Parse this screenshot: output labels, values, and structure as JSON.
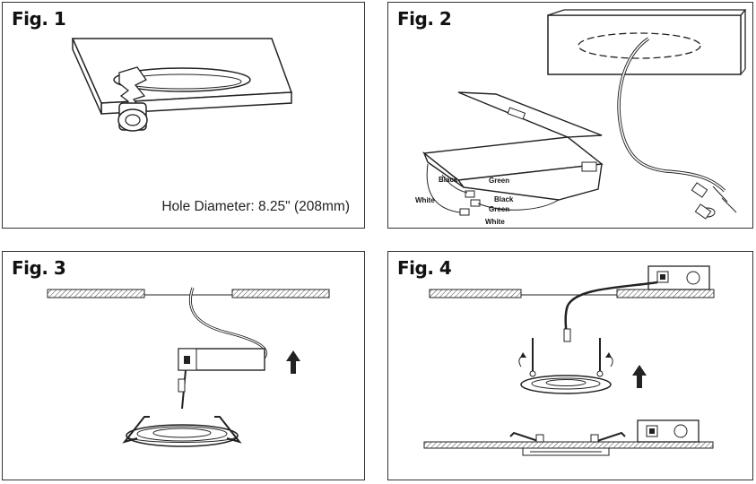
{
  "figures": [
    {
      "label": "Fig. 1",
      "caption": "Hole Diameter: 8.25\" (208mm)"
    },
    {
      "label": "Fig. 2",
      "wire_labels": {
        "black_1": "Black",
        "green_1": "Green",
        "white_1": "White",
        "black_2": "Black",
        "green_2": "Green",
        "white_2": "White"
      }
    },
    {
      "label": "Fig. 3"
    },
    {
      "label": "Fig. 4"
    }
  ],
  "icons": [
    "keyhole-saw-icon",
    "junction-box-icon",
    "wire-connector-icon",
    "up-arrow-icon",
    "rotate-arrow-icon",
    "spring-clip-icon",
    "recessed-light-icon"
  ]
}
